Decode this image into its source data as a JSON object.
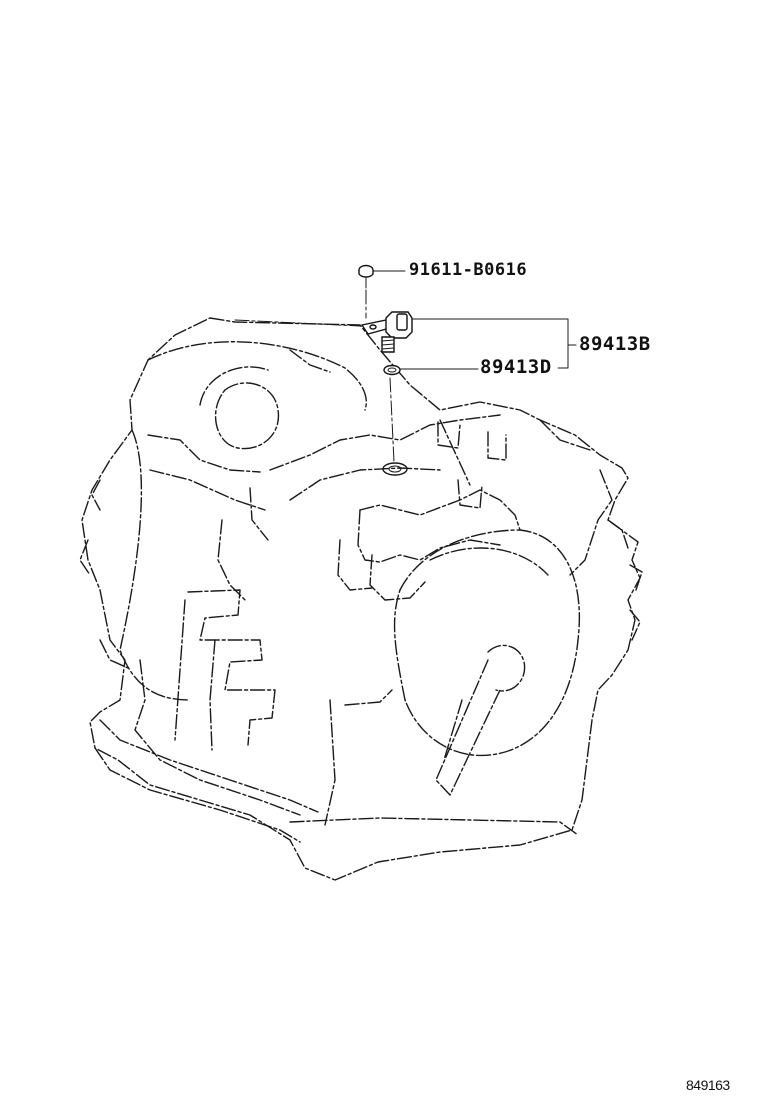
{
  "parts": {
    "bolt": {
      "number": "91611-B0616"
    },
    "sensor_assembly": {
      "number": "89413B"
    },
    "o_ring": {
      "number": "89413D"
    }
  },
  "figure_id": "849163",
  "colors": {
    "line": "#1a1a1a",
    "background": "#ffffff"
  }
}
